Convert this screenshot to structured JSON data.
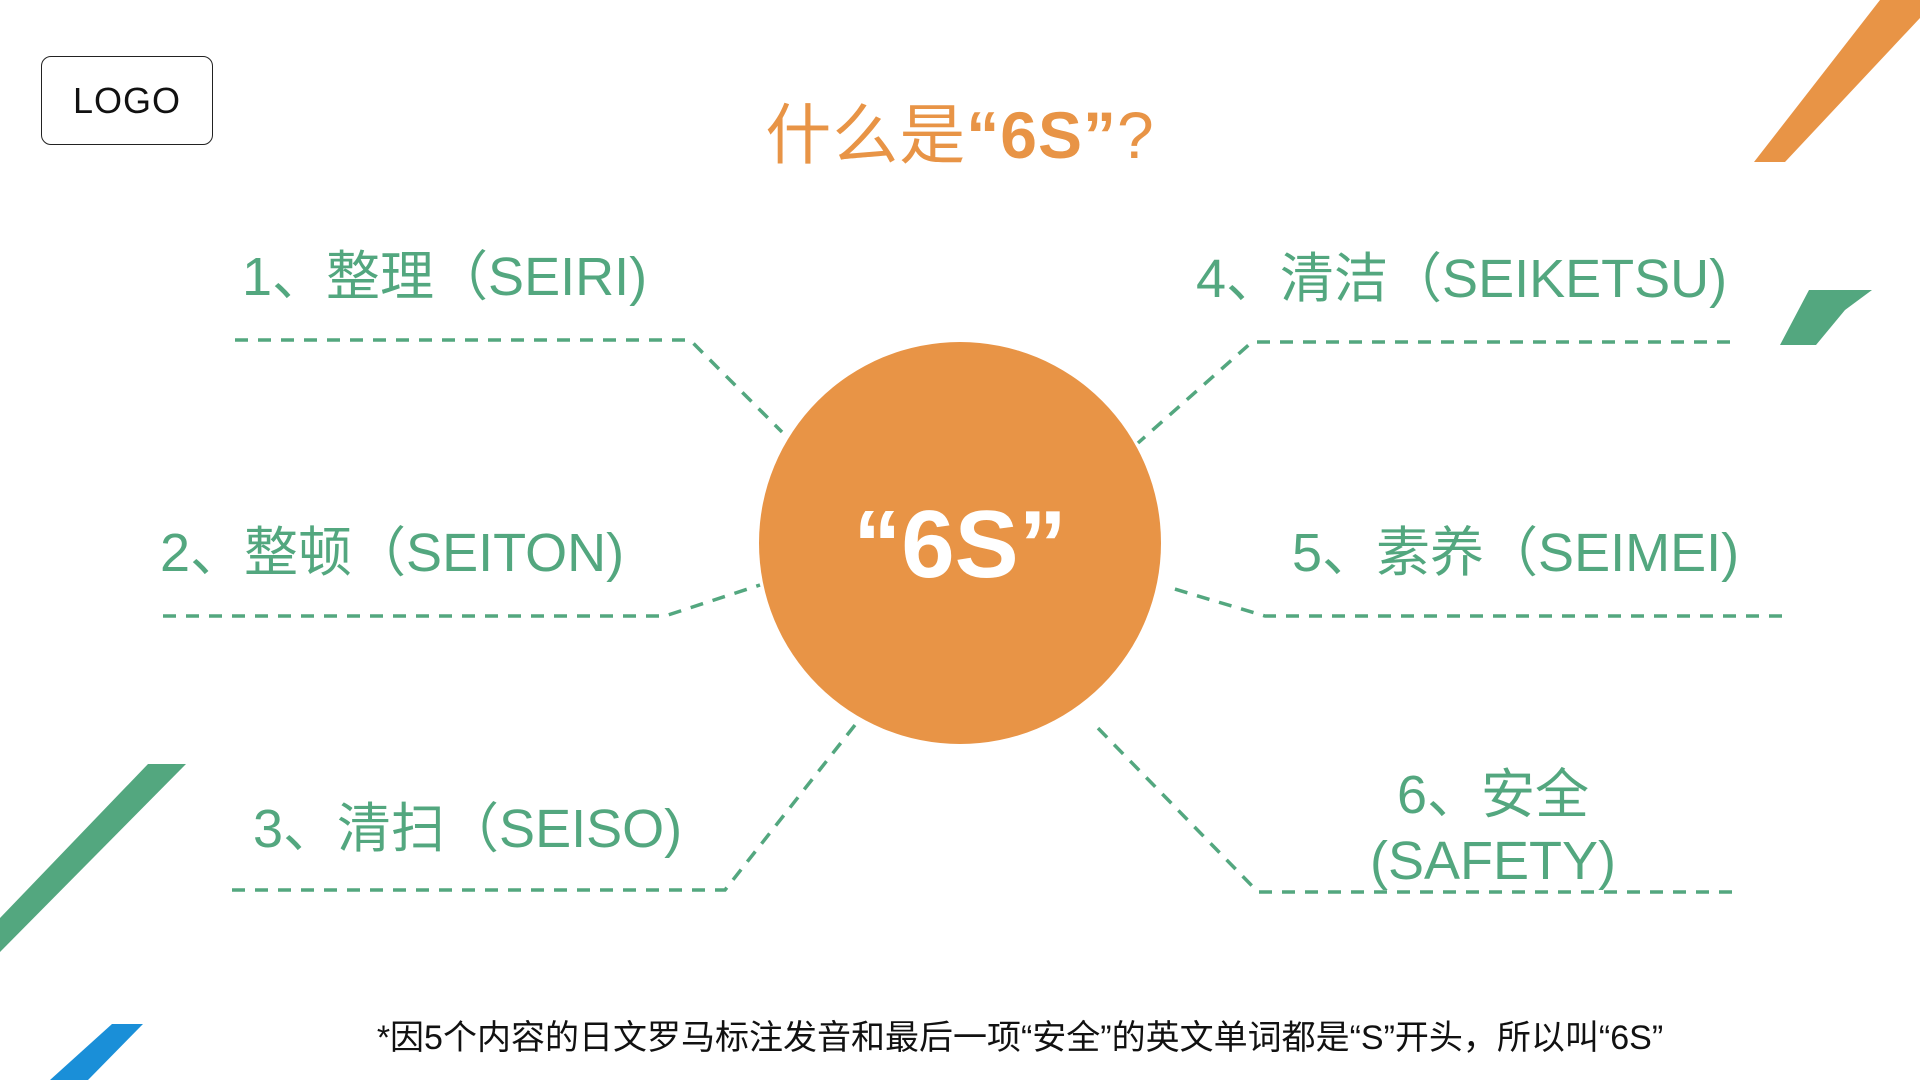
{
  "logo": {
    "text": "LOGO"
  },
  "title": {
    "prefix": "什么是",
    "highlight": "“6S”",
    "suffix": "?"
  },
  "center": {
    "label": "“6S”"
  },
  "items": [
    {
      "number": "1、",
      "text": "整理（SEIRI)"
    },
    {
      "number": "2、",
      "text": "整顿（SEITON)"
    },
    {
      "number": "3、",
      "text": "清扫（SEISO)"
    },
    {
      "number": "4、",
      "text": "清洁（SEIKETSU)"
    },
    {
      "number": "5、",
      "text": "素养（SEIMEI)"
    },
    {
      "number": "6、",
      "text": "安全",
      "text2": "(SAFETY)"
    }
  ],
  "footnote": "*因5个内容的日文罗马标注发音和最后一项“安全”的英文单词都是“S”开头，所以叫“6S”",
  "colors": {
    "orange": "#e89446",
    "green": "#53a77f",
    "blue": "#1a8fd8",
    "text": "#111111"
  }
}
